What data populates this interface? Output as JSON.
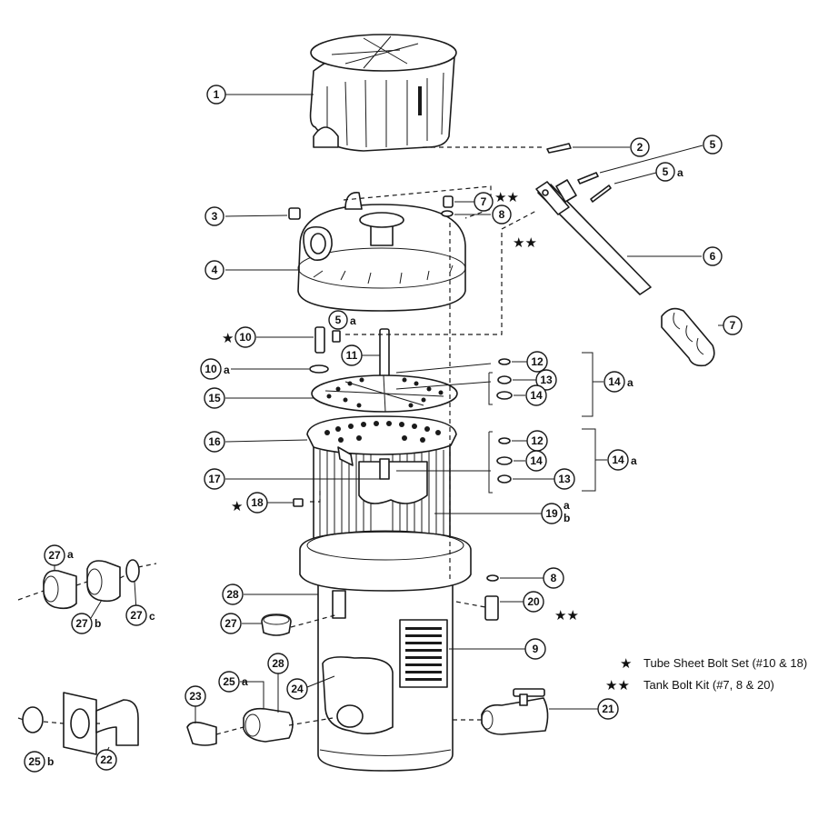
{
  "callouts": {
    "p1": "1",
    "p2": "2",
    "p3": "3",
    "p4": "4",
    "p5": "5",
    "p5a_top": "5",
    "p5a_mid": "5",
    "p6": "6",
    "p7_top": "7",
    "p7_right": "7",
    "p8_top": "8",
    "p8_mid": "8",
    "p9": "9",
    "p10": "10",
    "p10a": "10",
    "p11": "11",
    "p12_top": "12",
    "p12_mid": "12",
    "p13_top": "13",
    "p13_mid": "13",
    "p14_top": "14",
    "p14_mid": "14",
    "p14a_top": "14",
    "p14a_mid": "14",
    "p15": "15",
    "p16": "16",
    "p17": "17",
    "p18": "18",
    "p19": "19",
    "p20": "20",
    "p21": "21",
    "p22": "22",
    "p23": "23",
    "p24": "24",
    "p25a": "25",
    "p25b": "25",
    "p27": "27",
    "p27a": "27",
    "p27b": "27",
    "p27c": "27",
    "p28_left": "28",
    "p28_low": "28"
  },
  "suffixes": {
    "a": "a",
    "b": "b",
    "c": "c",
    "ab": "a\nb"
  },
  "stars": {
    "single": "★",
    "double": "★★"
  },
  "legend": {
    "single_star": "★",
    "single_text": "Tube Sheet Bolt Set (#10 & 18)",
    "double_star": "★★",
    "double_text": "Tank Bolt Kit (#7, 8 & 20)"
  }
}
